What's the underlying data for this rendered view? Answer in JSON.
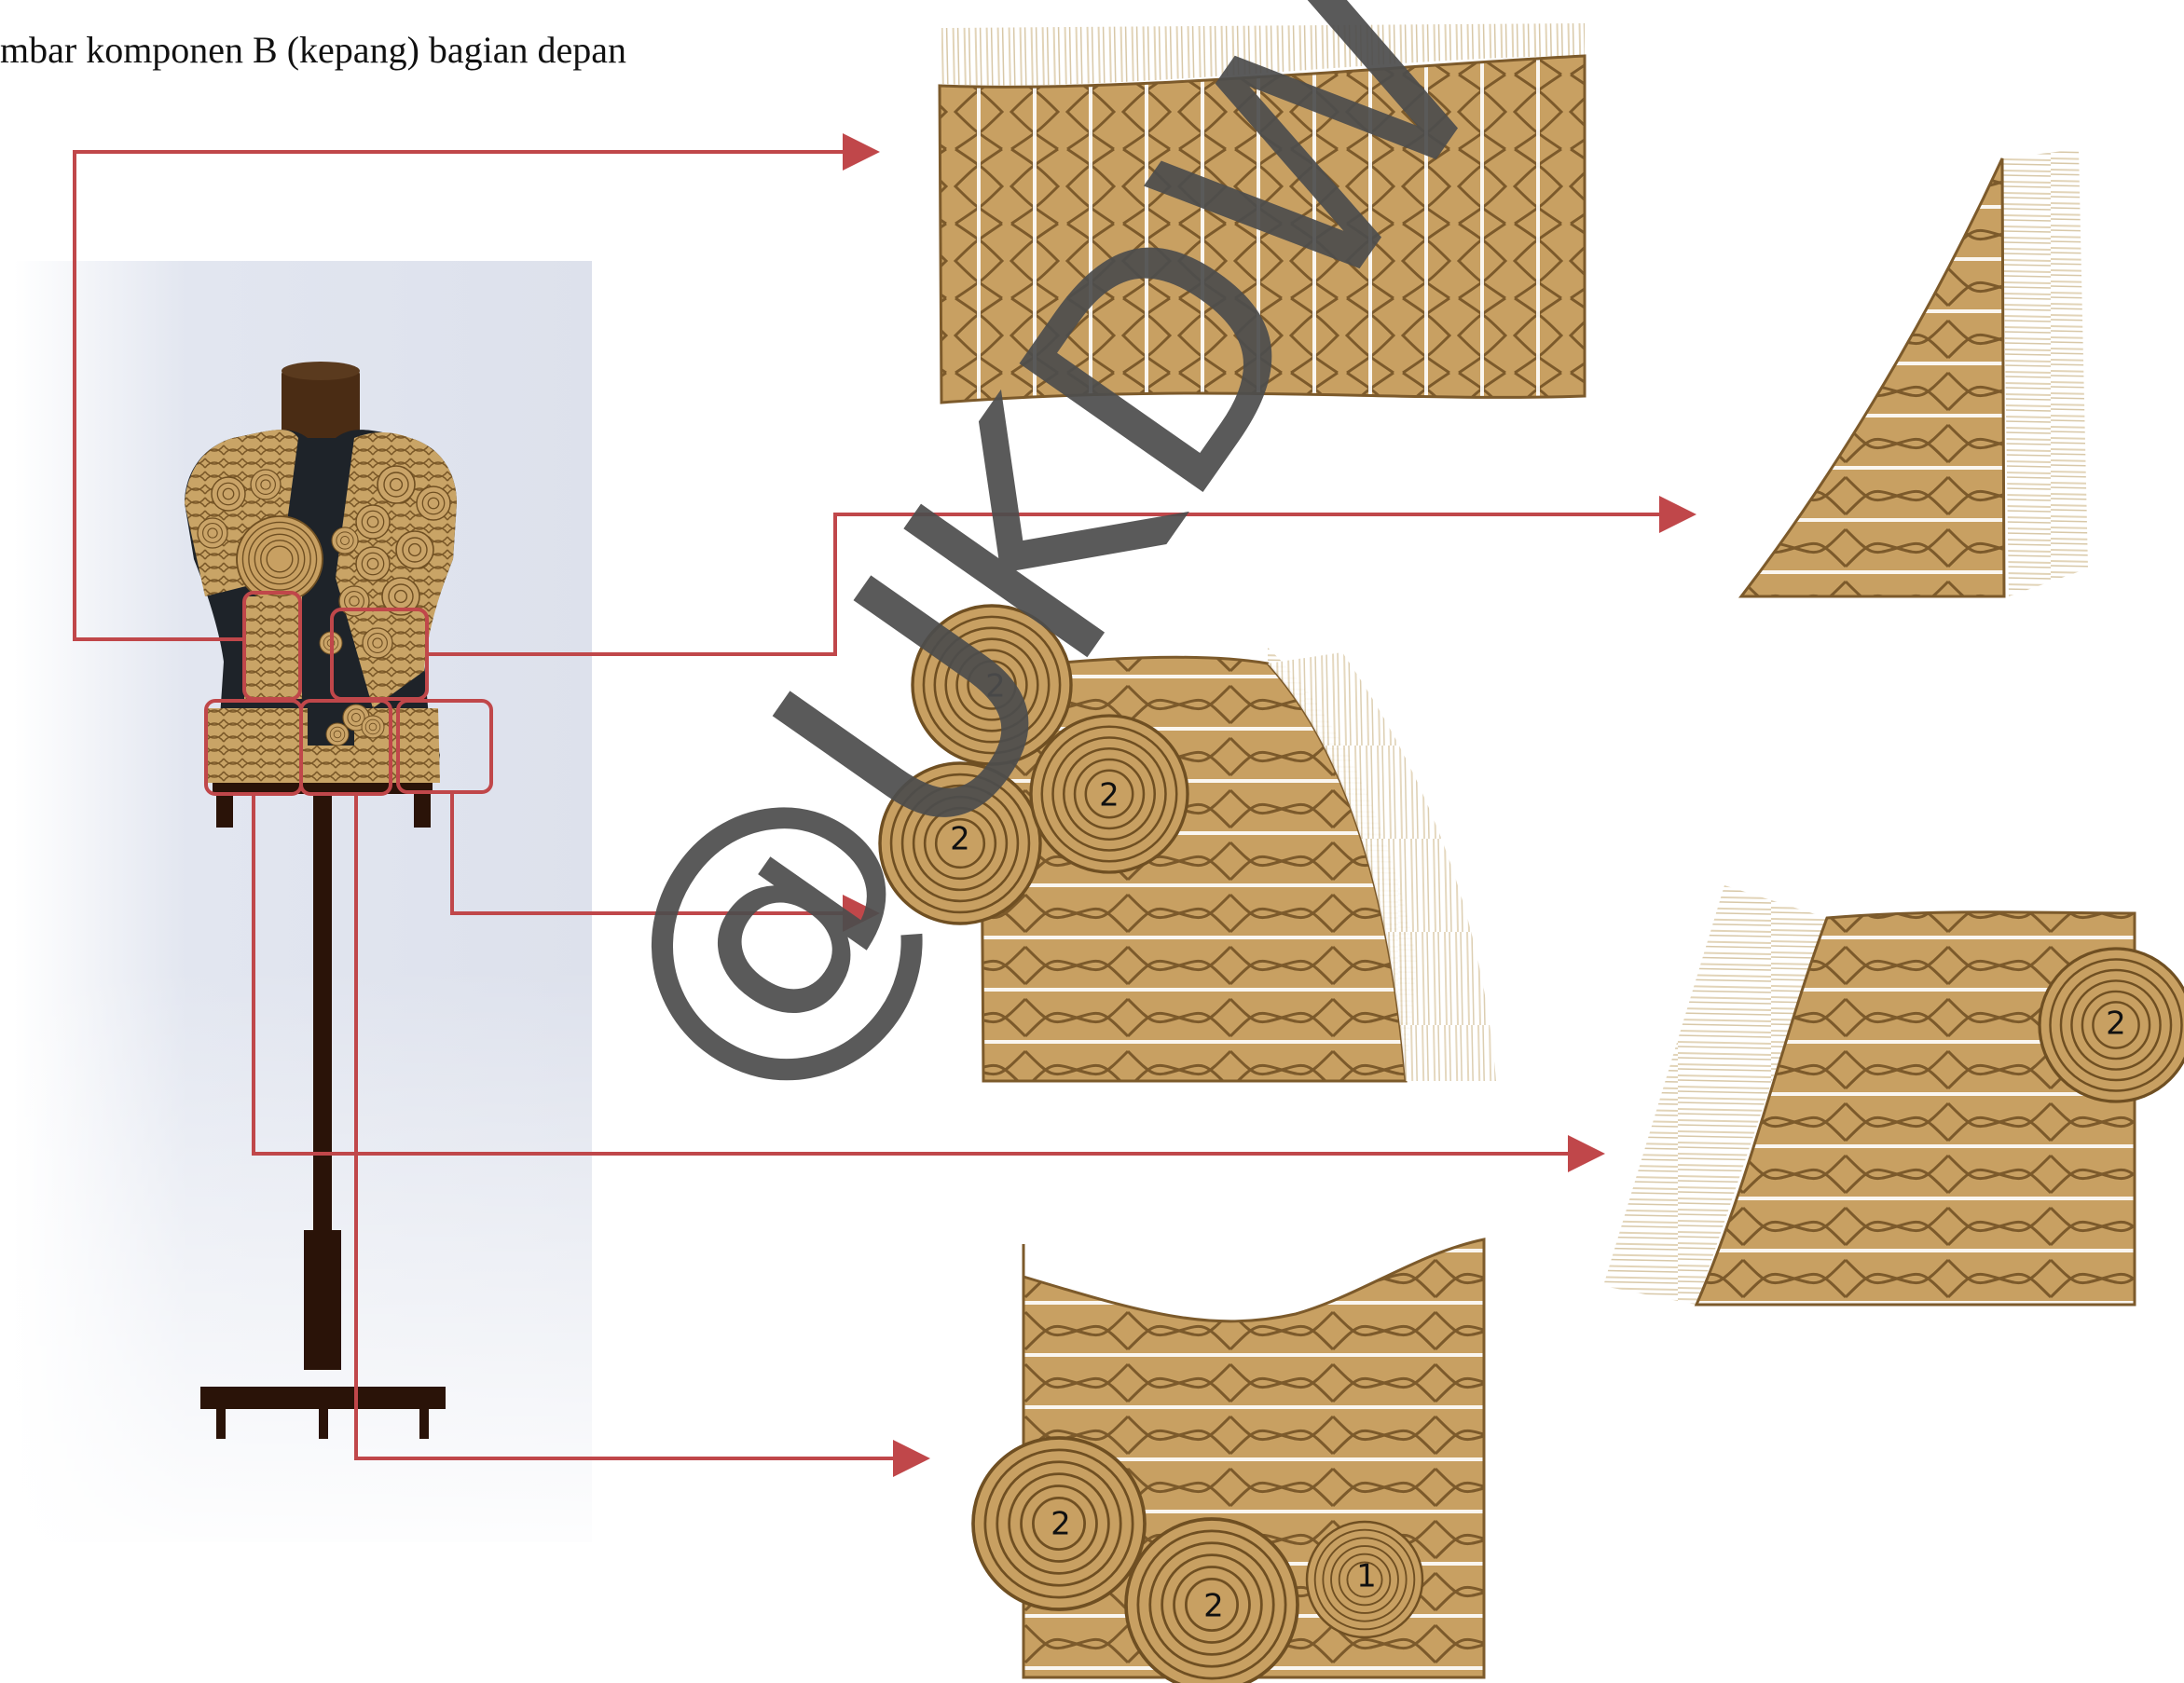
{
  "caption": "mbar komponen B (kepang) bagian depan",
  "watermark": "@UKDW",
  "coil_labels": {
    "panel_left_hip": [
      "2",
      "2",
      "2"
    ],
    "panel_right_hip": [
      "2"
    ],
    "panel_bottom_center": [
      "2",
      "2",
      "1"
    ]
  },
  "colors": {
    "braid": "#c8a062",
    "braid_line": "#7c5a2b",
    "fringe": "#eadfc9",
    "callout": "#c0474a",
    "mannequin_torso": "#1e2329",
    "stand": "#2a1308"
  }
}
